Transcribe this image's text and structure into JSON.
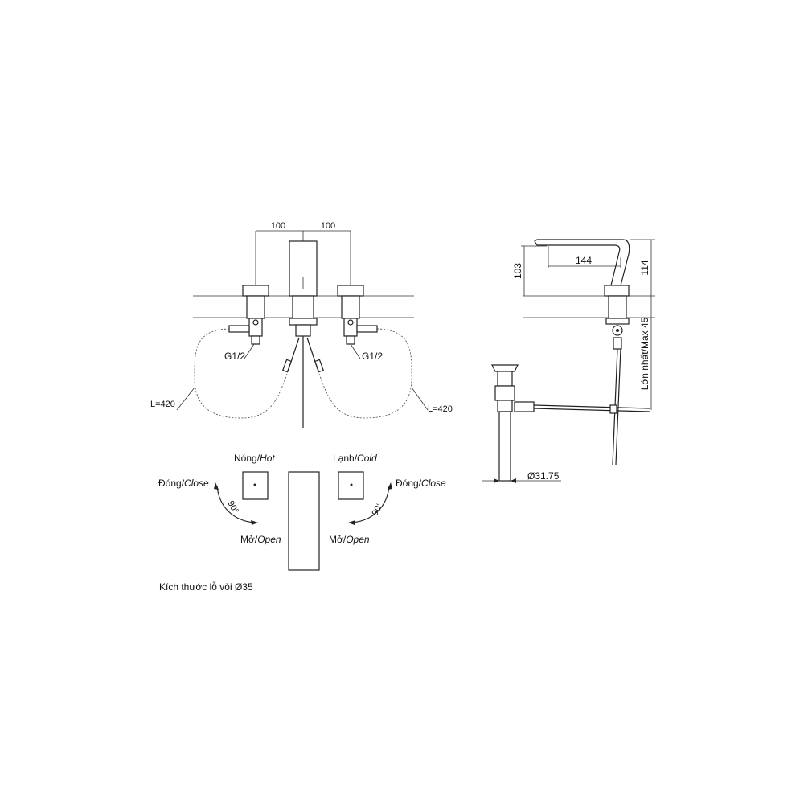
{
  "dimensions": {
    "spacing_left": "100",
    "spacing_right": "100",
    "reach": "144",
    "spout_height": "103",
    "total_height": "114",
    "deck_max": "Lớn nhất/Max 45",
    "drain_diameter": "Ø31.75"
  },
  "connections": {
    "thread_left": "G1/2",
    "thread_right": "G1/2",
    "hose_left": "L=420",
    "hose_right": "L=420"
  },
  "handles": {
    "hot_label_vi": "Nóng/",
    "hot_label_en": "Hot",
    "cold_label_vi": "Lạnh/",
    "cold_label_en": "Cold",
    "close_left_vi": "Đóng/",
    "close_left_en": "Close",
    "close_right_vi": "Đóng/",
    "close_right_en": "Close",
    "open_left_vi": "Mở/",
    "open_left_en": "Open",
    "open_right_vi": "Mở/",
    "open_right_en": "Open",
    "angle_left": "90°",
    "angle_right": "90°"
  },
  "notes": {
    "hole_size": "Kích thước lỗ vòi Ø35"
  }
}
